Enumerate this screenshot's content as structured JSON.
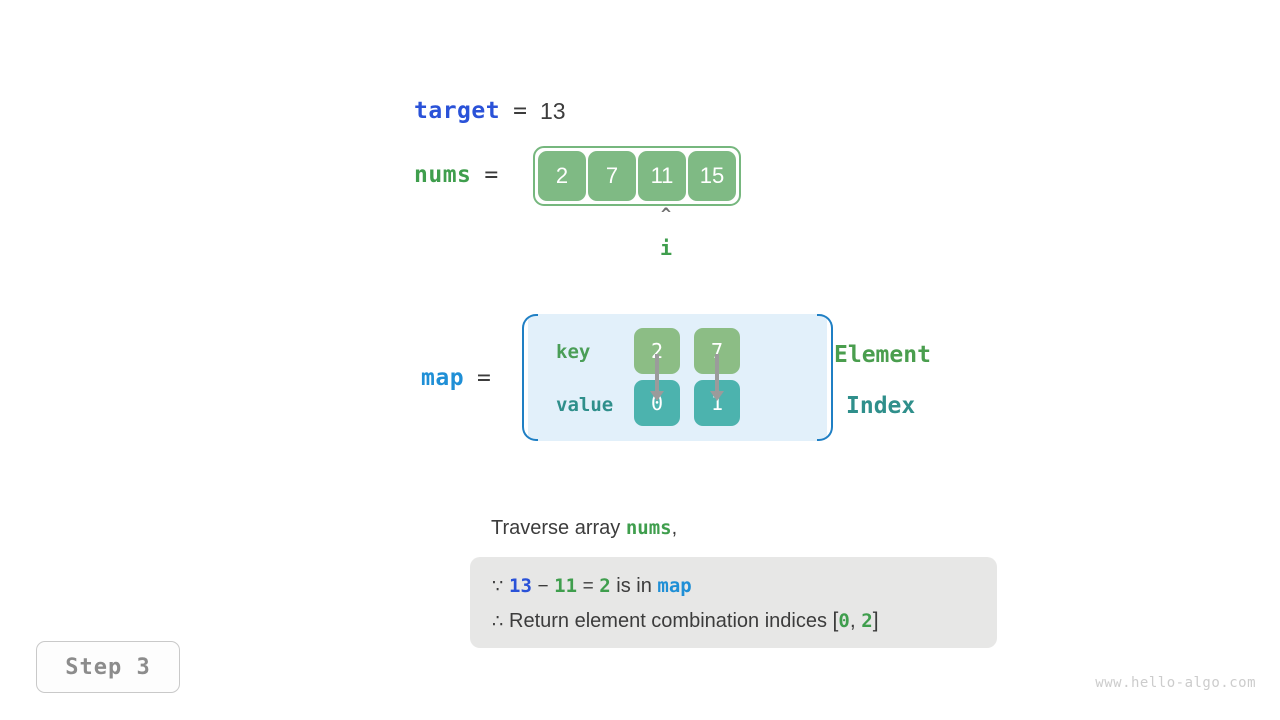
{
  "colors": {
    "target_blue": "#2a52d8",
    "map_blue": "#1f8fd6",
    "nums_green": "#3f9e4d",
    "cell_green": "#7fba84",
    "key_green": "#8cbd85",
    "value_teal": "#4cb3ae",
    "map_panel_bg": "#e2f0fa",
    "map_bracket": "#1f7fc4",
    "conclusion_bg": "#e7e7e6",
    "text_dark": "#3c3c3c",
    "arrow_gray": "#9b9b9b",
    "watermark_gray": "#cccccc"
  },
  "target": {
    "name": "target",
    "equals": "=",
    "value": "13"
  },
  "nums": {
    "name": "nums",
    "equals": "=",
    "cells": [
      "2",
      "7",
      "11",
      "15"
    ]
  },
  "pointer": {
    "caret": "^",
    "label": "i",
    "points_to_index": 2
  },
  "map": {
    "name": "map",
    "equals": "=",
    "row_labels": {
      "key": "key",
      "value": "value"
    },
    "entries": [
      {
        "key": "2",
        "value": "0"
      },
      {
        "key": "7",
        "value": "1"
      }
    ],
    "side_labels": {
      "element": "Element",
      "index": "Index"
    }
  },
  "caption": {
    "prefix": "Traverse array ",
    "code": "nums",
    "suffix": ","
  },
  "conclusion": {
    "line1": {
      "because_symbol": "∵",
      "a": "13",
      "minus": "−",
      "b": "11",
      "equals": "=",
      "result": "2",
      "text": "is in",
      "map": "map"
    },
    "line2": {
      "therefore_symbol": "∴",
      "text": "Return element combination indices",
      "bracket_open": "[",
      "i0": "0",
      "comma": ",",
      "i1": "2",
      "bracket_close": "]"
    }
  },
  "step_badge": {
    "label": "Step 3"
  },
  "watermark": {
    "text": "www.hello-algo.com"
  }
}
